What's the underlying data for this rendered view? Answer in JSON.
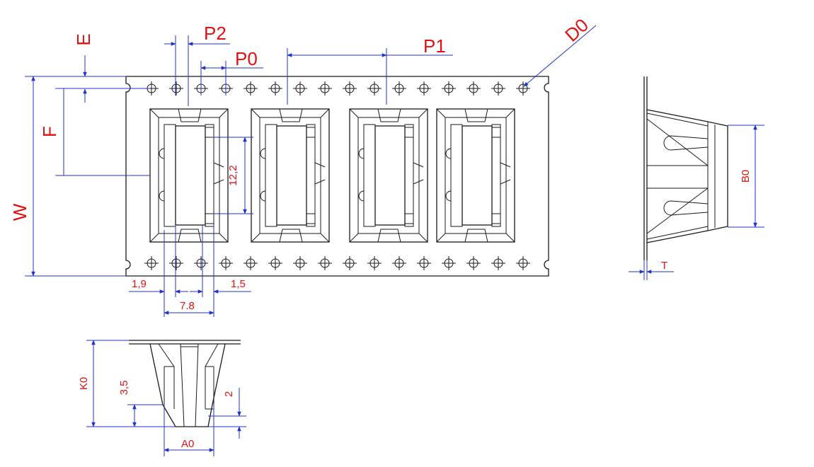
{
  "colors": {
    "outline": "#1a1a1a",
    "dimension_line": "#2233cc",
    "label": "#e01010",
    "background": "#ffffff"
  },
  "labels": {
    "E": "E",
    "P2": "P2",
    "P0": "P0",
    "P1": "P1",
    "D0": "D0",
    "F": "F",
    "W": "W",
    "d12_2": "12,2",
    "d1_9": "1,9",
    "d1_5": "1,5",
    "d7_8": "7.8",
    "B0": "B0",
    "T": "T",
    "K0": "K0",
    "d3_5": "3,5",
    "d2": "2",
    "A0": "A0"
  }
}
